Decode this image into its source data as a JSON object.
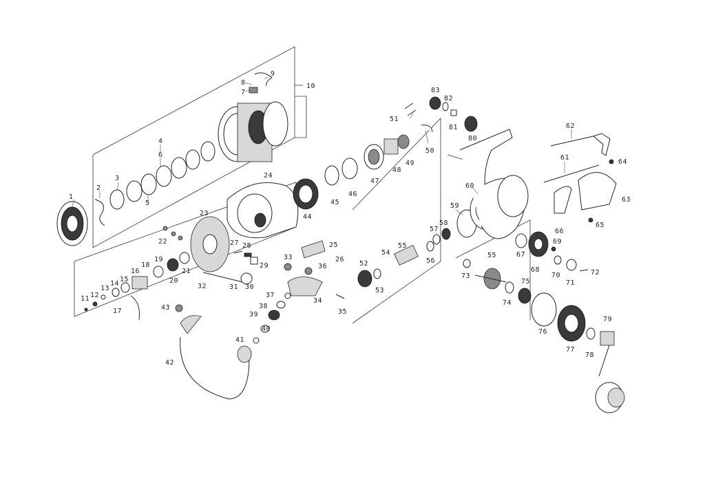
{
  "diagram": {
    "labels": [
      "1",
      "2",
      "3",
      "4",
      "5",
      "6",
      "7",
      "8",
      "9",
      "10",
      "11",
      "12",
      "13",
      "14",
      "15",
      "16",
      "17",
      "18",
      "19",
      "20",
      "21",
      "22",
      "23",
      "24",
      "25",
      "26",
      "27",
      "28",
      "29",
      "30",
      "31",
      "32",
      "33",
      "34",
      "35",
      "36",
      "37",
      "38",
      "39",
      "40",
      "41",
      "42",
      "43",
      "44",
      "45",
      "46",
      "47",
      "48",
      "49",
      "50",
      "51",
      "52",
      "53",
      "54",
      "55",
      "56",
      "57",
      "58",
      "59",
      "60",
      "61",
      "62",
      "63",
      "64",
      "65",
      "66",
      "67",
      "68",
      "69",
      "70",
      "71",
      "72",
      "73",
      "55",
      "74",
      "75",
      "76",
      "77",
      "78",
      "79",
      "80",
      "81",
      "82",
      "83"
    ]
  }
}
